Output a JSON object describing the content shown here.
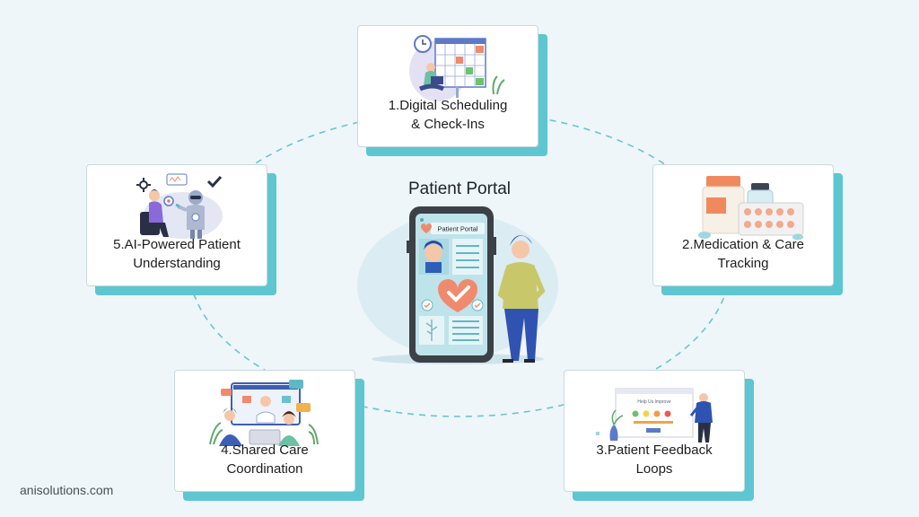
{
  "center": {
    "title": "Patient Portal",
    "phone_header": "Patient Portal"
  },
  "cards": [
    {
      "id": "scheduling",
      "label": "1.Digital Scheduling\n& Check-Ins",
      "icon": "calendar-scheduling-icon"
    },
    {
      "id": "medication",
      "label": "2.Medication & Care\nTracking",
      "icon": "pill-bottles-icon"
    },
    {
      "id": "feedback",
      "label": "3.Patient Feedback\nLoops",
      "icon": "feedback-survey-icon",
      "screen_text": "Help Us Improve"
    },
    {
      "id": "coordination",
      "label": "4.Shared Care\nCoordination",
      "icon": "team-video-call-icon"
    },
    {
      "id": "ai",
      "label": "5.AI-Powered Patient\nUnderstanding",
      "icon": "robot-doctor-icon"
    }
  ],
  "brand": {
    "text": "anisolutions.com"
  },
  "colors": {
    "background": "#eef6f9",
    "teal_accent": "#5ec6d0",
    "ring_dash": "#6bc4cc",
    "heart": "#f08a6e",
    "text": "#1d1d1f"
  }
}
